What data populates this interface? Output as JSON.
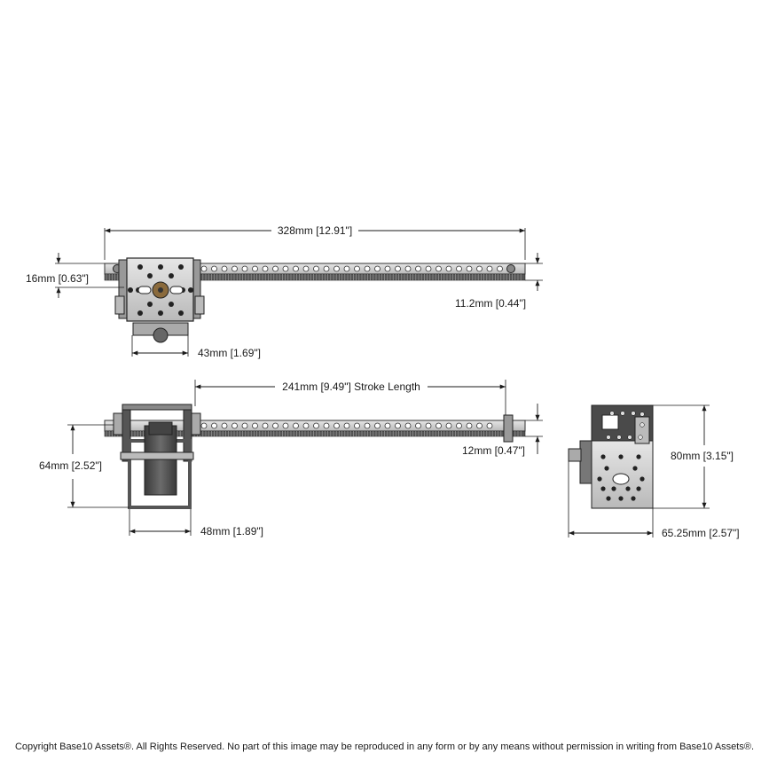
{
  "dimensions": {
    "top_overall": "328mm [12.91\"]",
    "top_rack_height": "16mm [0.63\"]",
    "top_rack_thickness": "11.2mm [0.44\"]",
    "top_carriage_width": "43mm [1.69\"]",
    "side_stroke": "241mm [9.49\"] Stroke Length",
    "side_height": "64mm [2.52\"]",
    "side_rack_height": "12mm [0.47\"]",
    "side_carriage_width": "48mm [1.89\"]",
    "end_height": "80mm [3.15\"]",
    "end_width": "65.25mm [2.57\"]"
  },
  "copyright": "Copyright Base10 Assets®.  All Rights Reserved. No part of this image may be reproduced in any form or by any means without permission in writing from Base10 Assets®."
}
